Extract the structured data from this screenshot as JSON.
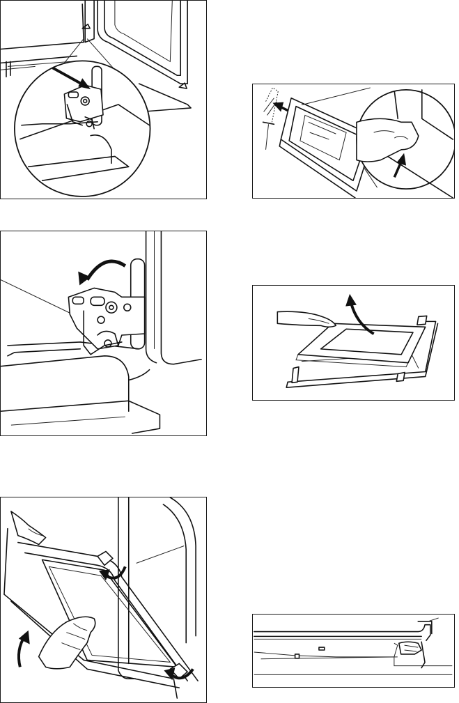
{
  "figures": [
    {
      "id": "hinge-lock-lever",
      "arrows": 1
    },
    {
      "id": "hinge-rotate",
      "arrows": 1
    },
    {
      "id": "door-tilt-remove",
      "arrows": 3
    },
    {
      "id": "door-profile-remove",
      "arrows": 2
    },
    {
      "id": "glass-panel-lift",
      "arrows": 1
    },
    {
      "id": "glass-seat-detail",
      "arrows": 0
    }
  ],
  "colors": {
    "ink": "#111111",
    "paper": "#ffffff",
    "frame": "#1a1a1a"
  }
}
